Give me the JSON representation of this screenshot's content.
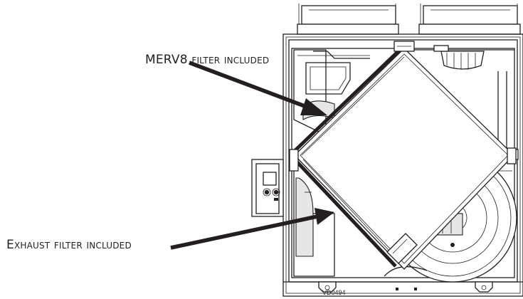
{
  "callouts": {
    "merv_filter": "MERV8 filter included",
    "exhaust_filter": "Exhaust filter included"
  },
  "figure_code": "VD0494",
  "colors": {
    "ink": "#231f20",
    "background": "#ffffff",
    "grey_fill": "#e6e6e6"
  },
  "icons": {
    "arrows": "callout-arrow",
    "unit": "hrv-unit-outline"
  }
}
